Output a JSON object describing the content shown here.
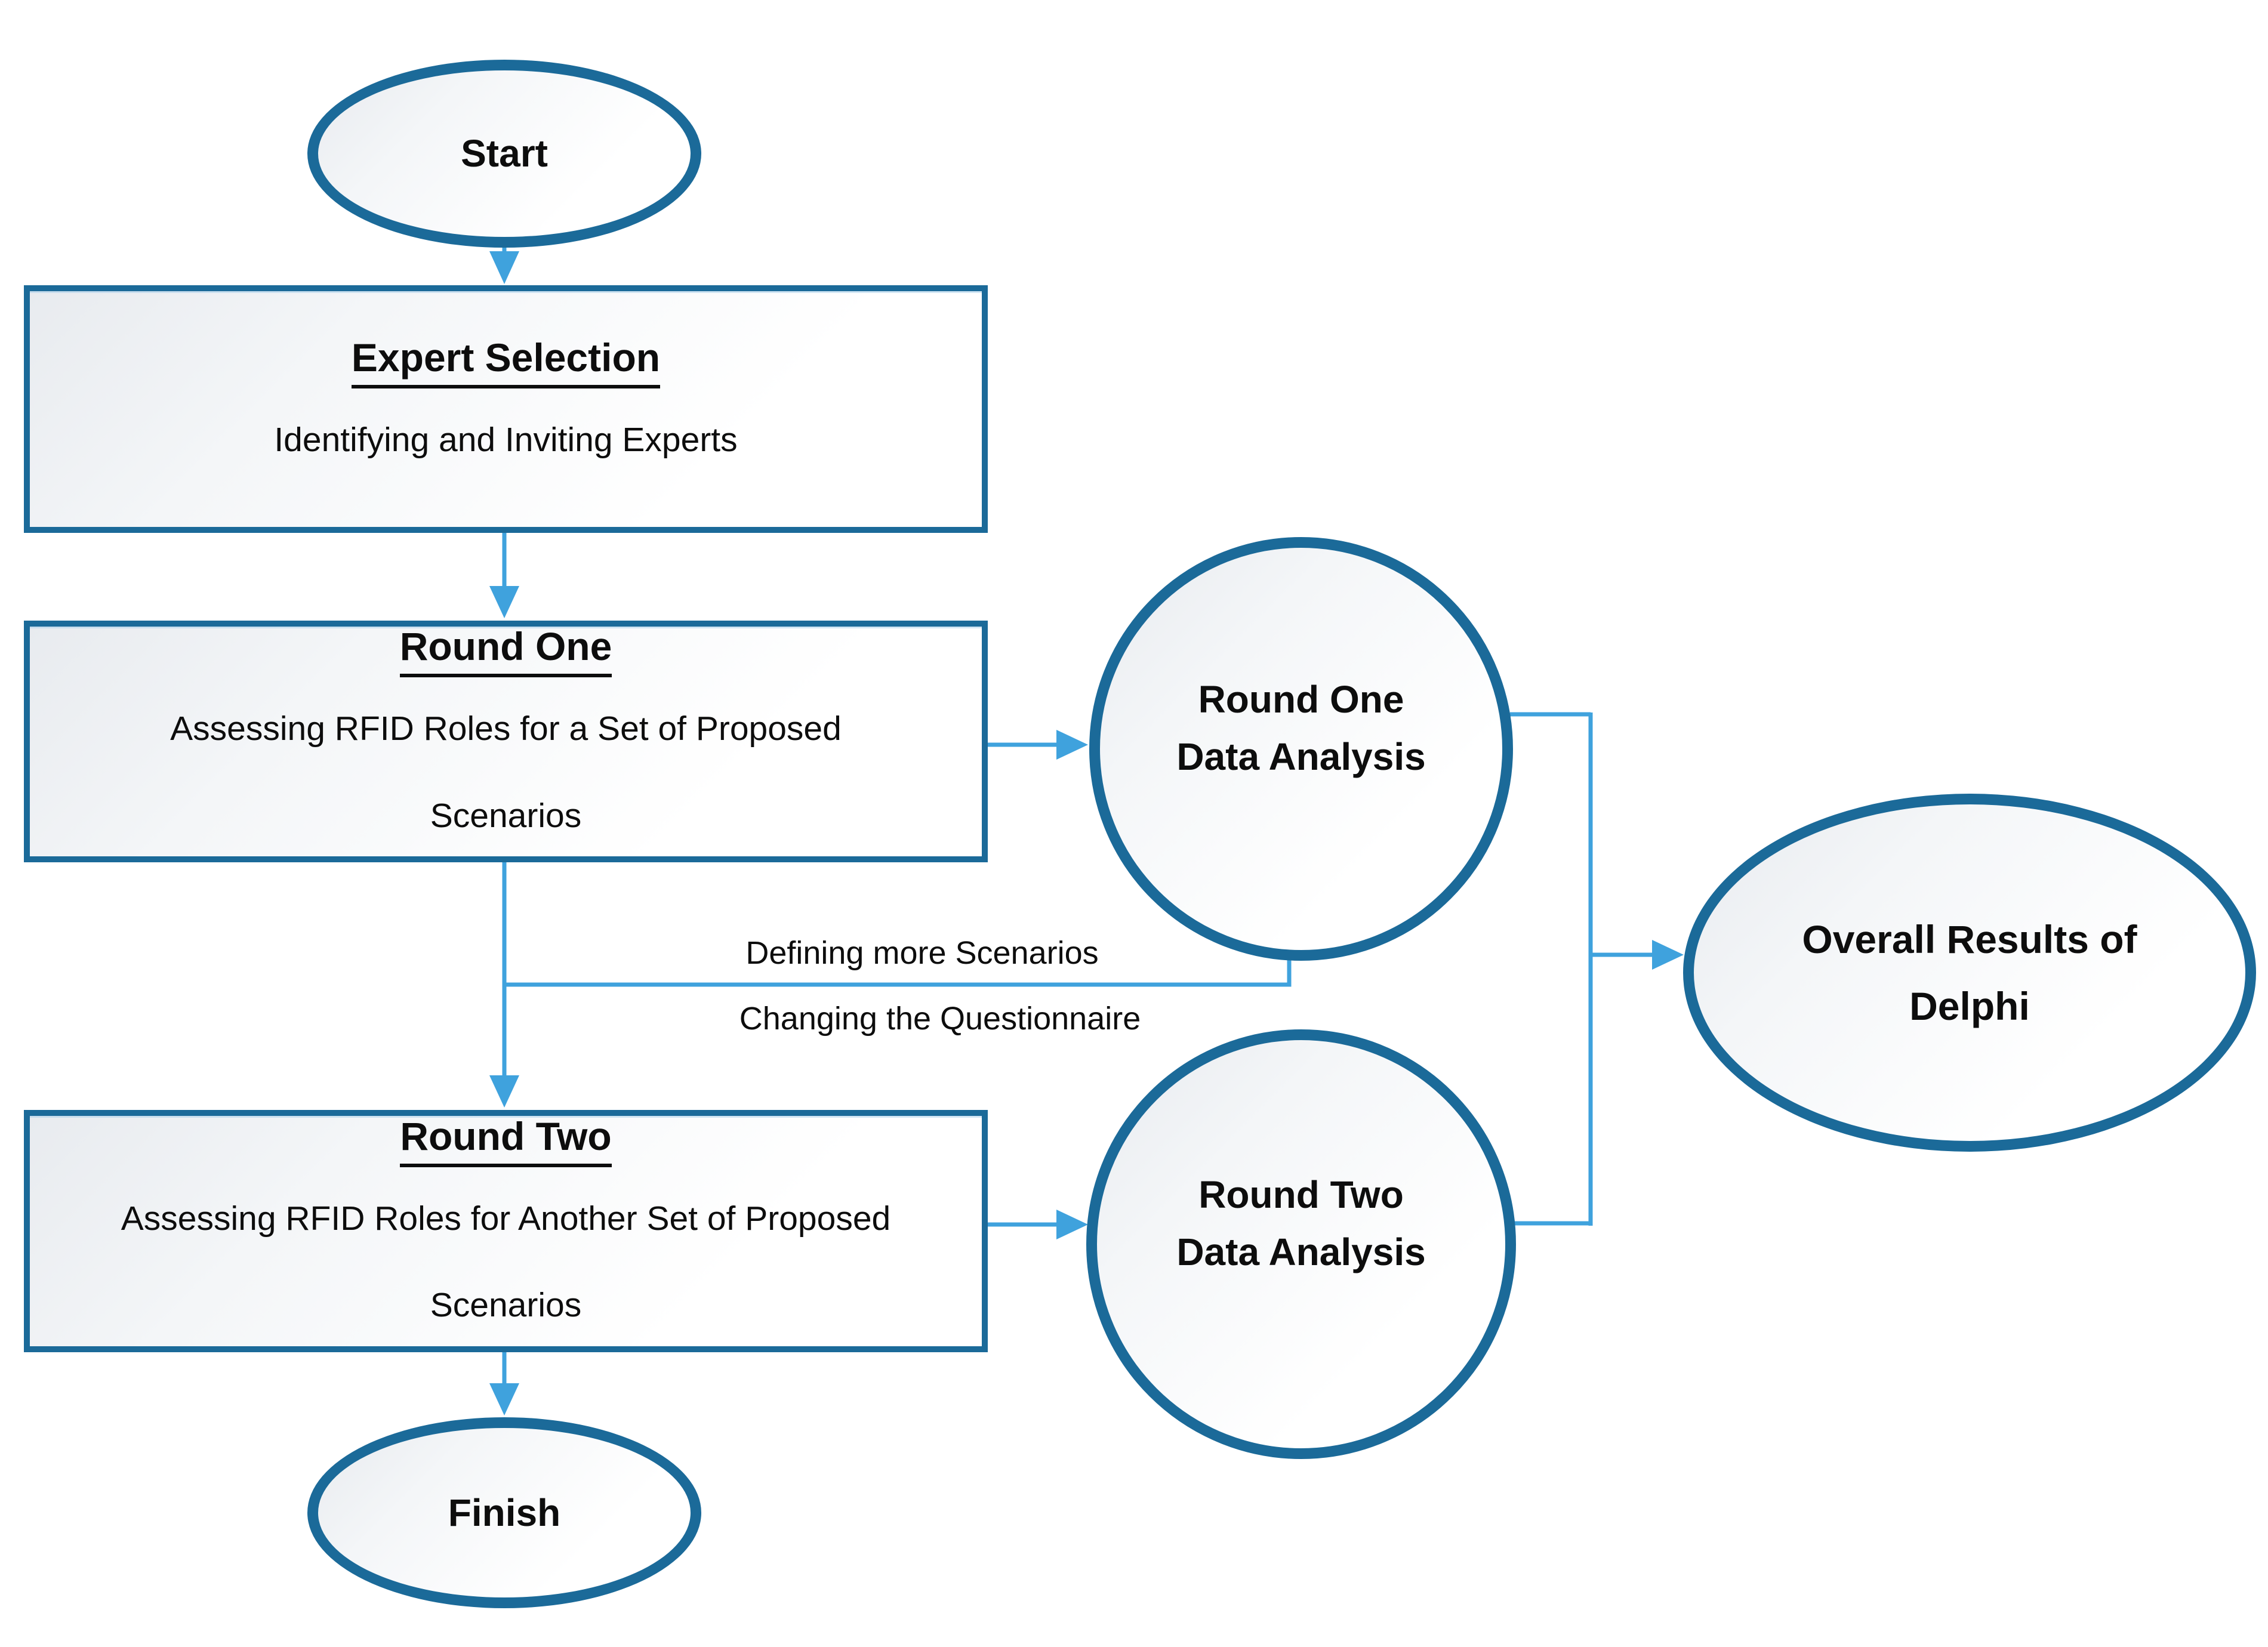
{
  "diagram": {
    "colors": {
      "shape_border": "#1b6a99",
      "connector": "#3fa2dd",
      "text": "#0d0d0d"
    },
    "nodes": {
      "start": {
        "label": "Start"
      },
      "expert_selection": {
        "title": "Expert Selection",
        "subtitle": "Identifying and Inviting Experts"
      },
      "round_one": {
        "title": "Round One",
        "subtitle_line1": "Assessing RFID Roles for a Set of Proposed",
        "subtitle_line2": "Scenarios"
      },
      "round_one_analysis": {
        "line1": "Round One",
        "line2": "Data Analysis"
      },
      "round_two": {
        "title": "Round Two",
        "subtitle_line1": "Assessing RFID Roles for Another Set of Proposed",
        "subtitle_line2": "Scenarios"
      },
      "round_two_analysis": {
        "line1": "Round Two",
        "line2": "Data Analysis"
      },
      "overall_results": {
        "line1": "Overall Results of",
        "line2": "Delphi"
      },
      "finish": {
        "label": "Finish"
      }
    },
    "edge_labels": {
      "feedback_line1": "Defining more Scenarios",
      "feedback_line2": "Changing the Questionnaire"
    }
  }
}
